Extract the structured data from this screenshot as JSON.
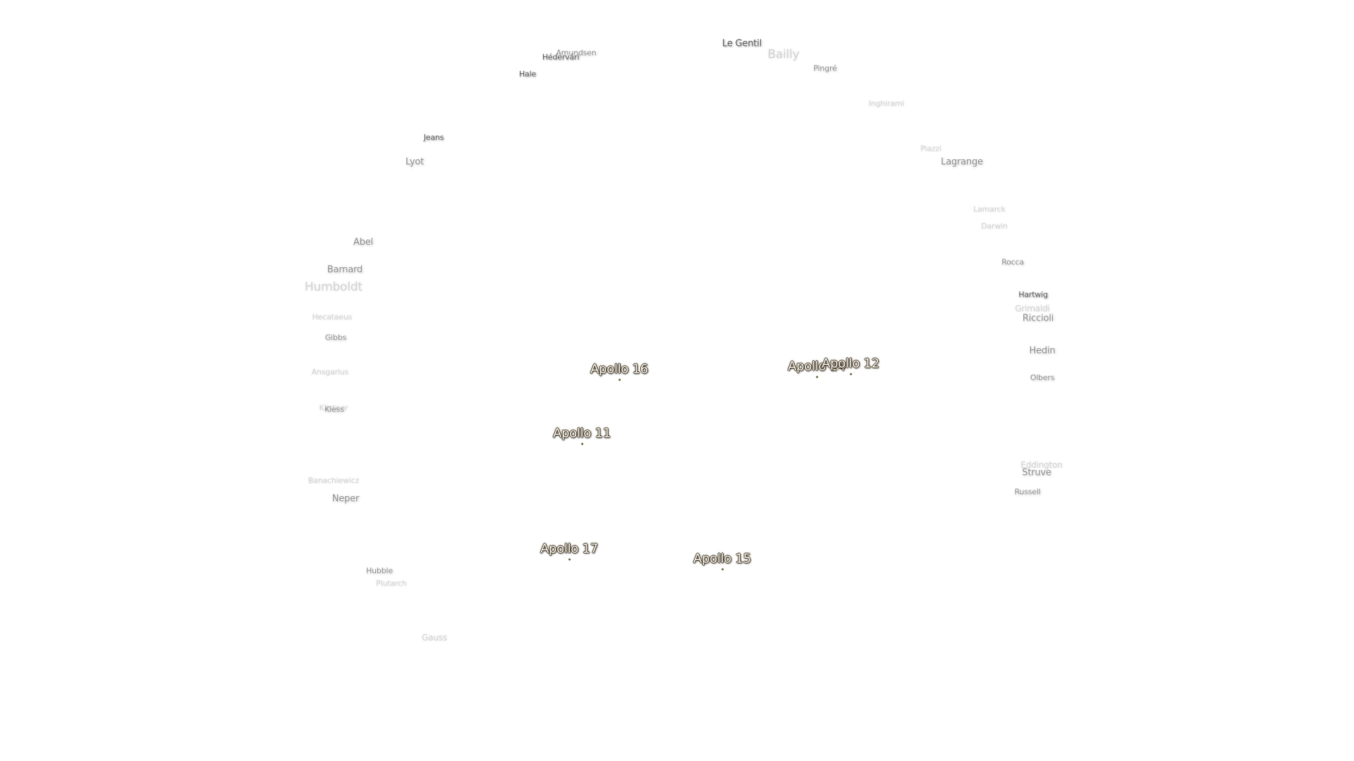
{
  "map": {
    "craters": [
      {
        "name": "Le Gentil",
        "level": "strong",
        "size": "normal"
      },
      {
        "name": "Bailly",
        "level": "faint",
        "size": "large"
      },
      {
        "name": "Amundsen",
        "level": "medium",
        "size": "small"
      },
      {
        "name": "Hédervári",
        "level": "strong",
        "size": "small"
      },
      {
        "name": "Hale",
        "level": "strong",
        "size": "small"
      },
      {
        "name": "Pingré",
        "level": "medium",
        "size": "small"
      },
      {
        "name": "Inghirami",
        "level": "faint",
        "size": "small"
      },
      {
        "name": "Jeans",
        "level": "strong",
        "size": "small"
      },
      {
        "name": "Lyot",
        "level": "medium",
        "size": "normal"
      },
      {
        "name": "Piazzi",
        "level": "faint",
        "size": "small"
      },
      {
        "name": "Lagrange",
        "level": "medium",
        "size": "normal"
      },
      {
        "name": "Lamarck",
        "level": "faint",
        "size": "small"
      },
      {
        "name": "Darwin",
        "level": "faint",
        "size": "small"
      },
      {
        "name": "Abel",
        "level": "medium",
        "size": "normal"
      },
      {
        "name": "Barnard",
        "level": "medium",
        "size": "normal"
      },
      {
        "name": "Humboldt",
        "level": "faint",
        "size": "large"
      },
      {
        "name": "Rocca",
        "level": "medium",
        "size": "small"
      },
      {
        "name": "Hartwig",
        "level": "strong",
        "size": "small"
      },
      {
        "name": "Grimaldi",
        "level": "faint",
        "size": "normal"
      },
      {
        "name": "Riccioli",
        "level": "medium",
        "size": "normal"
      },
      {
        "name": "Hecataeus",
        "level": "faint",
        "size": "small"
      },
      {
        "name": "Gibbs",
        "level": "medium",
        "size": "small"
      },
      {
        "name": "Hedin",
        "level": "medium",
        "size": "normal"
      },
      {
        "name": "Olbers",
        "level": "medium",
        "size": "small"
      },
      {
        "name": "Ansgarius",
        "level": "faint",
        "size": "small"
      },
      {
        "name": "Kästner",
        "level": "faint",
        "size": "small"
      },
      {
        "name": "Kiess",
        "level": "medium",
        "size": "small"
      },
      {
        "name": "Eddington",
        "level": "faint",
        "size": "normal"
      },
      {
        "name": "Struve",
        "level": "medium",
        "size": "normal"
      },
      {
        "name": "Russell",
        "level": "medium",
        "size": "small"
      },
      {
        "name": "Banachiewicz",
        "level": "faint",
        "size": "small"
      },
      {
        "name": "Neper",
        "level": "medium",
        "size": "normal"
      },
      {
        "name": "Hubble",
        "level": "medium",
        "size": "small"
      },
      {
        "name": "Plutarch",
        "level": "faint",
        "size": "small"
      },
      {
        "name": "Gauss",
        "level": "faint",
        "size": "normal"
      }
    ],
    "landing_sites": [
      {
        "name": "Apollo 16"
      },
      {
        "name": "Apollo 14"
      },
      {
        "name": "Apollo 12"
      },
      {
        "name": "Apollo 11"
      },
      {
        "name": "Apollo 17"
      },
      {
        "name": "Apollo 15"
      }
    ]
  }
}
